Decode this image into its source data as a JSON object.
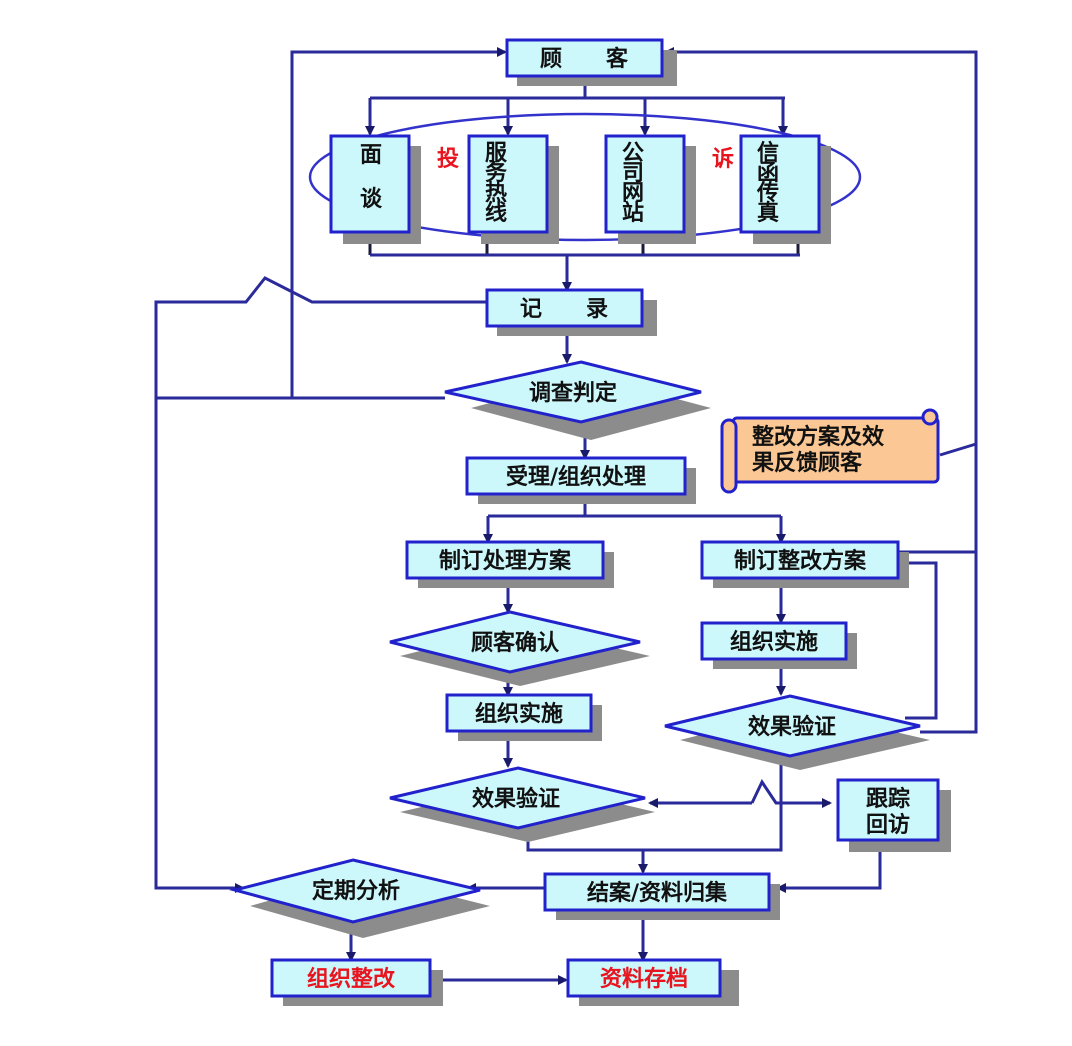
{
  "title": "顾客投诉处理流程图",
  "colors": {
    "line": "#2a2a9a",
    "box_fill": "#ccf7fb",
    "box_border": "#2222cc",
    "note_fill": "#fbc895",
    "shadow": "#8c8c8c",
    "highlight_text": "#e8141e"
  },
  "nodes": {
    "customer": "顾　　客",
    "channel_label_left": "投",
    "channel_label_right": "诉",
    "channels": [
      {
        "id": "face-to-face",
        "label": "面\n\n谈"
      },
      {
        "id": "service-hotline",
        "label": "服\n务\n热\n线"
      },
      {
        "id": "company-website",
        "label": "公\n司\n网\n站"
      },
      {
        "id": "letter-fax",
        "label": "信\n函\n传\n真"
      }
    ],
    "record": "记　　录",
    "investigate": "调查判定",
    "accept": "受理/组织处理",
    "make_handling_plan": "制订处理方案",
    "customer_confirm": "顾客确认",
    "implement_left": "组织实施",
    "verify_left": "效果验证",
    "make_rectify_plan": "制订整改方案",
    "implement_right": "组织实施",
    "verify_right": "效果验证",
    "feedback_note_line1": "整改方案及效",
    "feedback_note_line2": "果反馈顾客",
    "follow_up_line1": "跟踪",
    "follow_up_line2": "回访",
    "close_case": "结案/资料归集",
    "periodic_analysis": "定期分析",
    "organize_rectify": "组织整改",
    "archive": "资料存档"
  },
  "edges": [
    {
      "from": "customer",
      "to": "face-to-face"
    },
    {
      "from": "customer",
      "to": "service-hotline"
    },
    {
      "from": "customer",
      "to": "company-website"
    },
    {
      "from": "customer",
      "to": "letter-fax"
    },
    {
      "from": "channels",
      "to": "record"
    },
    {
      "from": "record",
      "to": "investigate"
    },
    {
      "from": "record",
      "to": "periodic_analysis"
    },
    {
      "from": "investigate",
      "to": "customer"
    },
    {
      "from": "investigate",
      "to": "accept"
    },
    {
      "from": "accept",
      "to": "make_handling_plan"
    },
    {
      "from": "accept",
      "to": "make_rectify_plan"
    },
    {
      "from": "make_handling_plan",
      "to": "customer_confirm"
    },
    {
      "from": "customer_confirm",
      "to": "implement_left"
    },
    {
      "from": "implement_left",
      "to": "verify_left"
    },
    {
      "from": "make_rectify_plan",
      "to": "implement_right"
    },
    {
      "from": "implement_right",
      "to": "verify_right"
    },
    {
      "from": "verify_right",
      "to": "make_rectify_plan"
    },
    {
      "from": "verify_right",
      "to": "customer"
    },
    {
      "from": "verify_right",
      "to": "close_case"
    },
    {
      "from": "verify_left",
      "to": "close_case"
    },
    {
      "from": "verify_left",
      "to": "follow_up"
    },
    {
      "from": "follow_up",
      "to": "close_case"
    },
    {
      "from": "close_case",
      "to": "periodic_analysis"
    },
    {
      "from": "close_case",
      "to": "archive"
    },
    {
      "from": "periodic_analysis",
      "to": "organize_rectify"
    },
    {
      "from": "organize_rectify",
      "to": "archive"
    }
  ]
}
